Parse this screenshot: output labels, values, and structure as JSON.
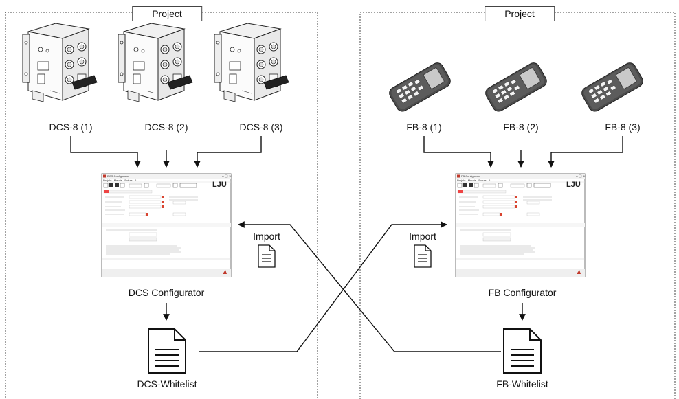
{
  "left_project": {
    "title": "Project",
    "devices": [
      "DCS-8 (1)",
      "DCS-8 (2)",
      "DCS-8 (3)"
    ],
    "configurator_label": "DCS Configurator",
    "whitelist_label": "DCS-Whitelist",
    "window_title": "DCS Configurator",
    "window_menu": "Projekt   Menüe   Extras   ?",
    "window_logo": "LJU"
  },
  "right_project": {
    "title": "Project",
    "devices": [
      "FB-8 (1)",
      "FB-8 (2)",
      "FB-8 (3)"
    ],
    "configurator_label": "FB Configurator",
    "whitelist_label": "FB-Whitelist",
    "window_title": "FB Configurator",
    "window_menu": "Projekt   Menüe   Extras   ?",
    "window_logo": "LJU"
  },
  "import_labels": [
    "Import",
    "Import"
  ],
  "icons": [
    "control-box-device-icon",
    "handheld-remote-icon",
    "configurator-window-icon",
    "document-icon",
    "import-document-icon"
  ]
}
